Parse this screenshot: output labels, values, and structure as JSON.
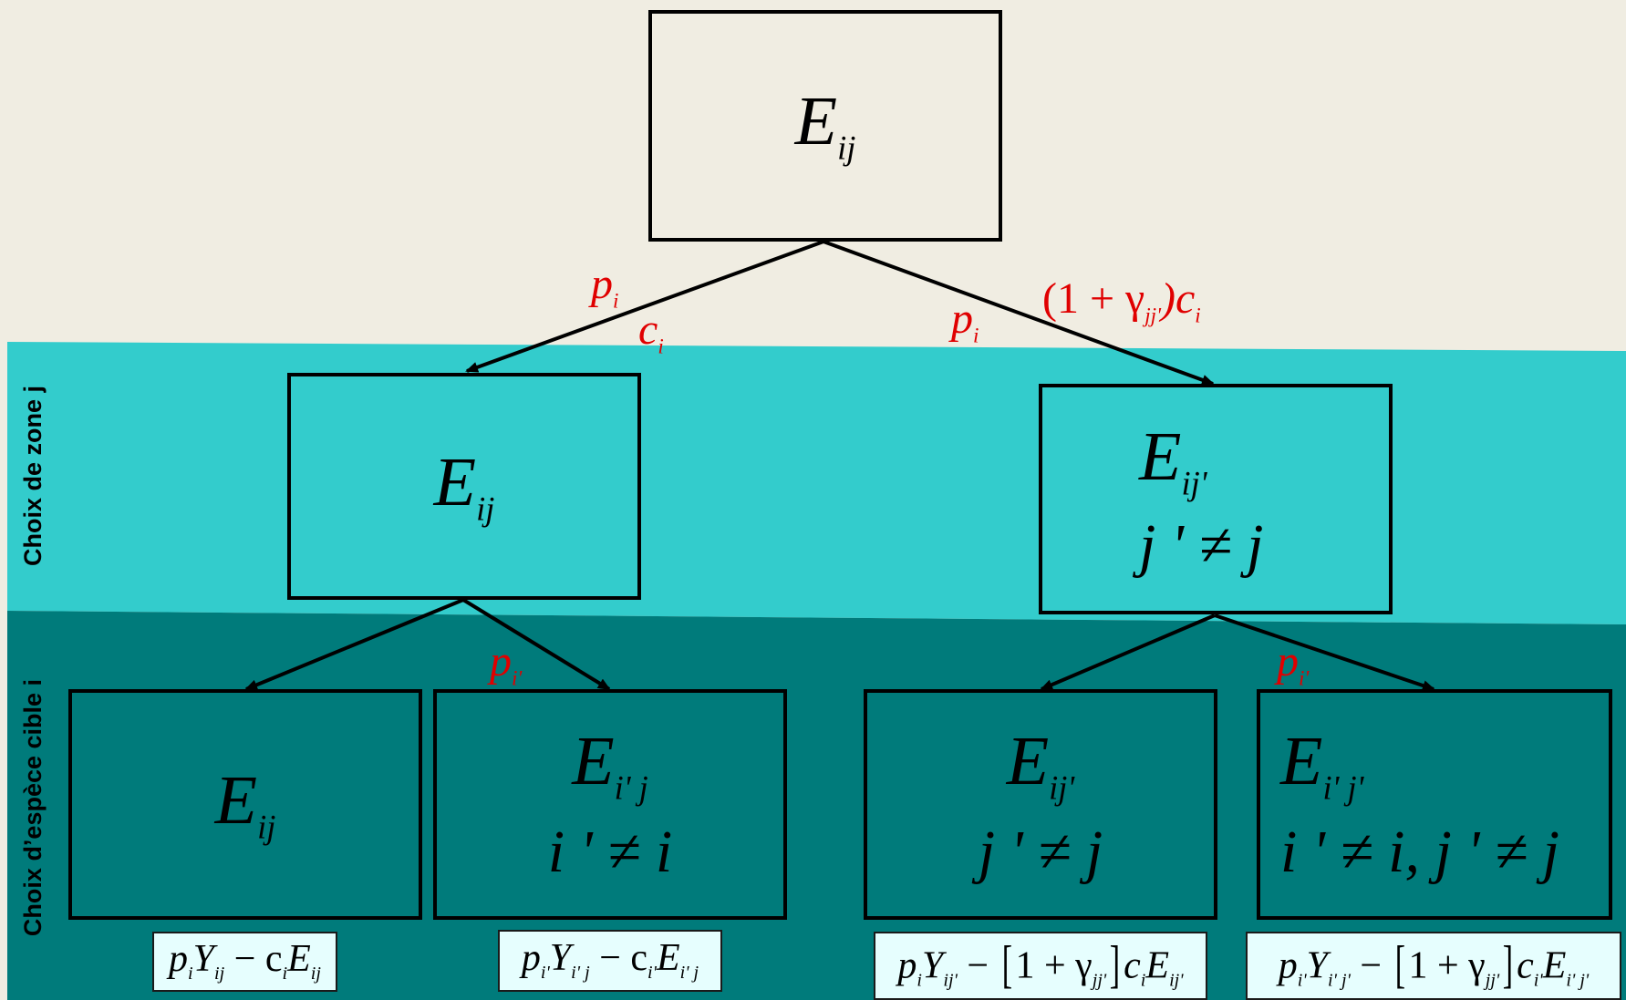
{
  "band_labels": {
    "zone": "Choix de zone j",
    "species": "Choix d’espèce cible i"
  },
  "nodes": {
    "root": "E",
    "root_sub": "ij",
    "zone_left": "E",
    "zone_left_sub": "ij",
    "zone_right": "E",
    "zone_right_sub": "ij'",
    "zone_right_cond": "j ' ≠ j",
    "leaf1": "E",
    "leaf1_sub": "ij",
    "leaf2": "E",
    "leaf2_sub": "i' j",
    "leaf2_cond": "i ' ≠ i",
    "leaf3": "E",
    "leaf3_sub": "ij'",
    "leaf3_cond": "j ' ≠ j",
    "leaf4": "E",
    "leaf4_sub": "i' j'",
    "leaf4_cond": "i ' ≠ i, j ' ≠ j"
  },
  "edge_labels": {
    "root_left_price": "p",
    "root_left_price_sub": "i",
    "root_left_cost": "c",
    "root_left_cost_sub": "i",
    "root_right_price": "p",
    "root_right_price_sub": "i",
    "root_right_cost_pre": "(1 + γ",
    "root_right_cost_gsub": "jj'",
    "root_right_cost_post": ")c",
    "root_right_cost_sub": "i",
    "left_price": "p",
    "left_price_sub": "i'",
    "right_price": "p",
    "right_price_sub": "i'"
  },
  "payoffs": {
    "p1": [
      "p",
      "i",
      "Y",
      "ij",
      " − c",
      "i",
      "E",
      "ij"
    ],
    "p2": [
      "p",
      "i'",
      "Y",
      "i' j",
      " − c",
      "i'",
      "E",
      "i' j"
    ],
    "p3": [
      "p",
      "i",
      "Y",
      "ij'",
      " − ",
      "1 + γ",
      "jj'",
      "c",
      "i",
      "E",
      "ij'"
    ],
    "p4": [
      "p",
      "i'",
      "Y",
      "i' j'",
      " − ",
      "1 + γ",
      "jj'",
      "c",
      "i'",
      "E",
      "i' j'"
    ]
  },
  "colors": {
    "background": "#f0ede2",
    "zone_band": "#33cccc",
    "species_band": "#007b7b",
    "edge_label": "#e00000",
    "payoff_box": "#e6fefe"
  }
}
